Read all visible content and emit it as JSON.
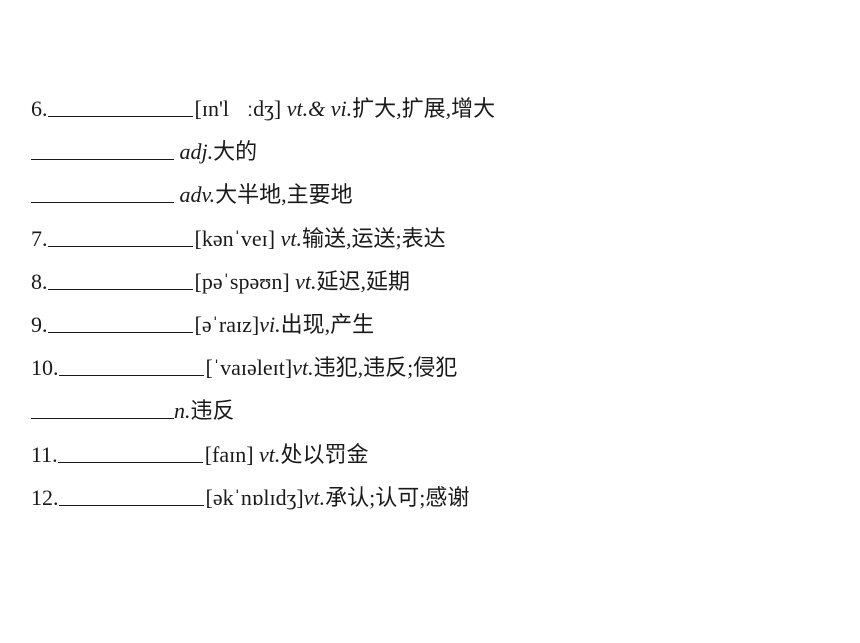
{
  "items": [
    {
      "num": "6.",
      "ipa_a": "[ɪn'l",
      "ipa_b": "ːdʒ]",
      "pos": " vt.& vi.",
      "meaning": "扩大,扩展,增大"
    },
    {
      "pos": "adj.",
      "meaning": "大的"
    },
    {
      "pos": "adv.",
      "meaning": "大半地,主要地"
    },
    {
      "num": "7.",
      "ipa": "[kənˈveɪ]",
      "pos": " vt.",
      "meaning": "输送,运送;表达"
    },
    {
      "num": "8.",
      "ipa": "[pəˈspəʊn]",
      "pos": " vt.",
      "meaning": "延迟,延期"
    },
    {
      "num": "9.",
      "ipa": "[əˈraɪz]",
      "pos": "vi.",
      "meaning": "出现,产生"
    },
    {
      "num": "10.",
      "ipa": "[ˈvaɪəleɪt]",
      "pos": "vt.",
      "meaning": "违犯,违反;侵犯"
    },
    {
      "pos": "n.",
      "meaning": "违反"
    },
    {
      "num": "11.",
      "ipa": "[faɪn]",
      "pos": " vt.",
      "meaning": "处以罚金"
    },
    {
      "num": "12.",
      "ipa": "[əkˈnɒlɪdʒ]",
      "pos": "vt.",
      "meaning": "承认;认可;感谢"
    }
  ]
}
